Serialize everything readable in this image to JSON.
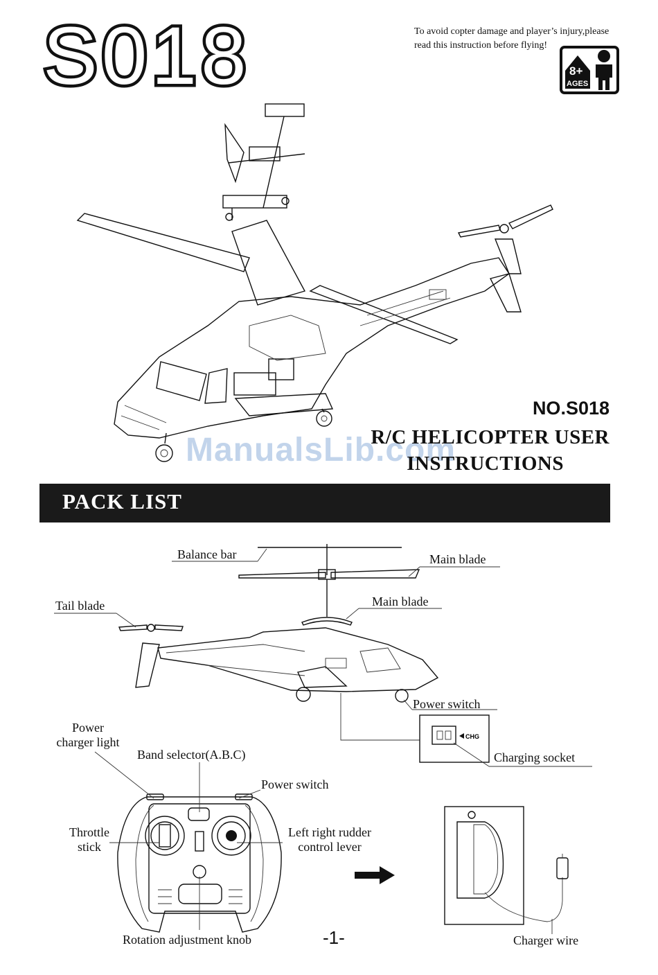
{
  "header": {
    "model_title": "S018",
    "warning_line1": "To avoid copter damage and player’s injury,please",
    "warning_line2": "read this instruction before flying!",
    "ages_badge": {
      "age": "8+",
      "word": "AGES"
    }
  },
  "cover": {
    "model_number": "NO.S018",
    "title_line1": "R/C HELICOPTER USER",
    "title_line2": "INSTRUCTIONS",
    "watermark": "ManualsLib.com"
  },
  "pack_list": {
    "heading": "PACK LIST",
    "helicopter_labels": {
      "balance_bar": "Balance bar",
      "main_blade_upper": "Main blade",
      "main_blade_lower": "Main blade",
      "tail_blade": "Tail blade",
      "power_switch": "Power switch",
      "charging_socket": "Charging socket",
      "chg_marking": "CHG"
    },
    "controller_labels": {
      "power_charger_light_line1": "Power",
      "power_charger_light_line2": "charger light",
      "band_selector": "Band selector(A.B.C)",
      "power_switch": "Power switch",
      "throttle_line1": "Throttle",
      "throttle_line2": "stick",
      "rudder_line1": "Left right rudder",
      "rudder_line2": "control lever",
      "rotation_knob": "Rotation adjustment knob"
    },
    "charger_label": "Charger wire"
  },
  "footer": {
    "page_number": "-1-"
  }
}
